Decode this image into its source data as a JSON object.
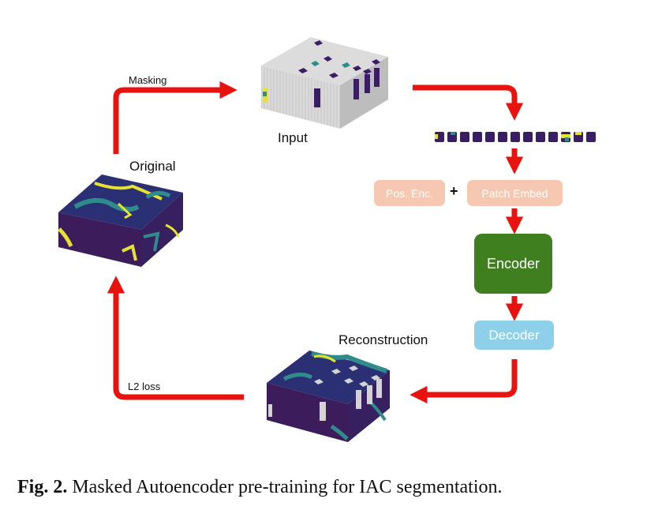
{
  "labels": {
    "masking": "Masking",
    "input": "Input",
    "original": "Original",
    "reconstruction": "Reconstruction",
    "l2_loss": "L2 loss"
  },
  "boxes": {
    "pos_enc": "Pos. Enc.",
    "plus": "+",
    "patch_embed": "Patch Embed",
    "encoder": "Encoder",
    "decoder": "Decoder"
  },
  "caption": {
    "prefix": "Fig. 2.",
    "text": "Masked Autoencoder pre-training for IAC segmentation."
  },
  "colors": {
    "arrow": "#e8130f",
    "encoder": "#3f7f1f",
    "decoder": "#8ed0ea",
    "embed": "#f6c8b2",
    "volume_dark": "#3d1c5c",
    "volume_teal": "#2f8c8a",
    "volume_yellow": "#e6e231",
    "mask_gray": "#d3d3d3"
  }
}
